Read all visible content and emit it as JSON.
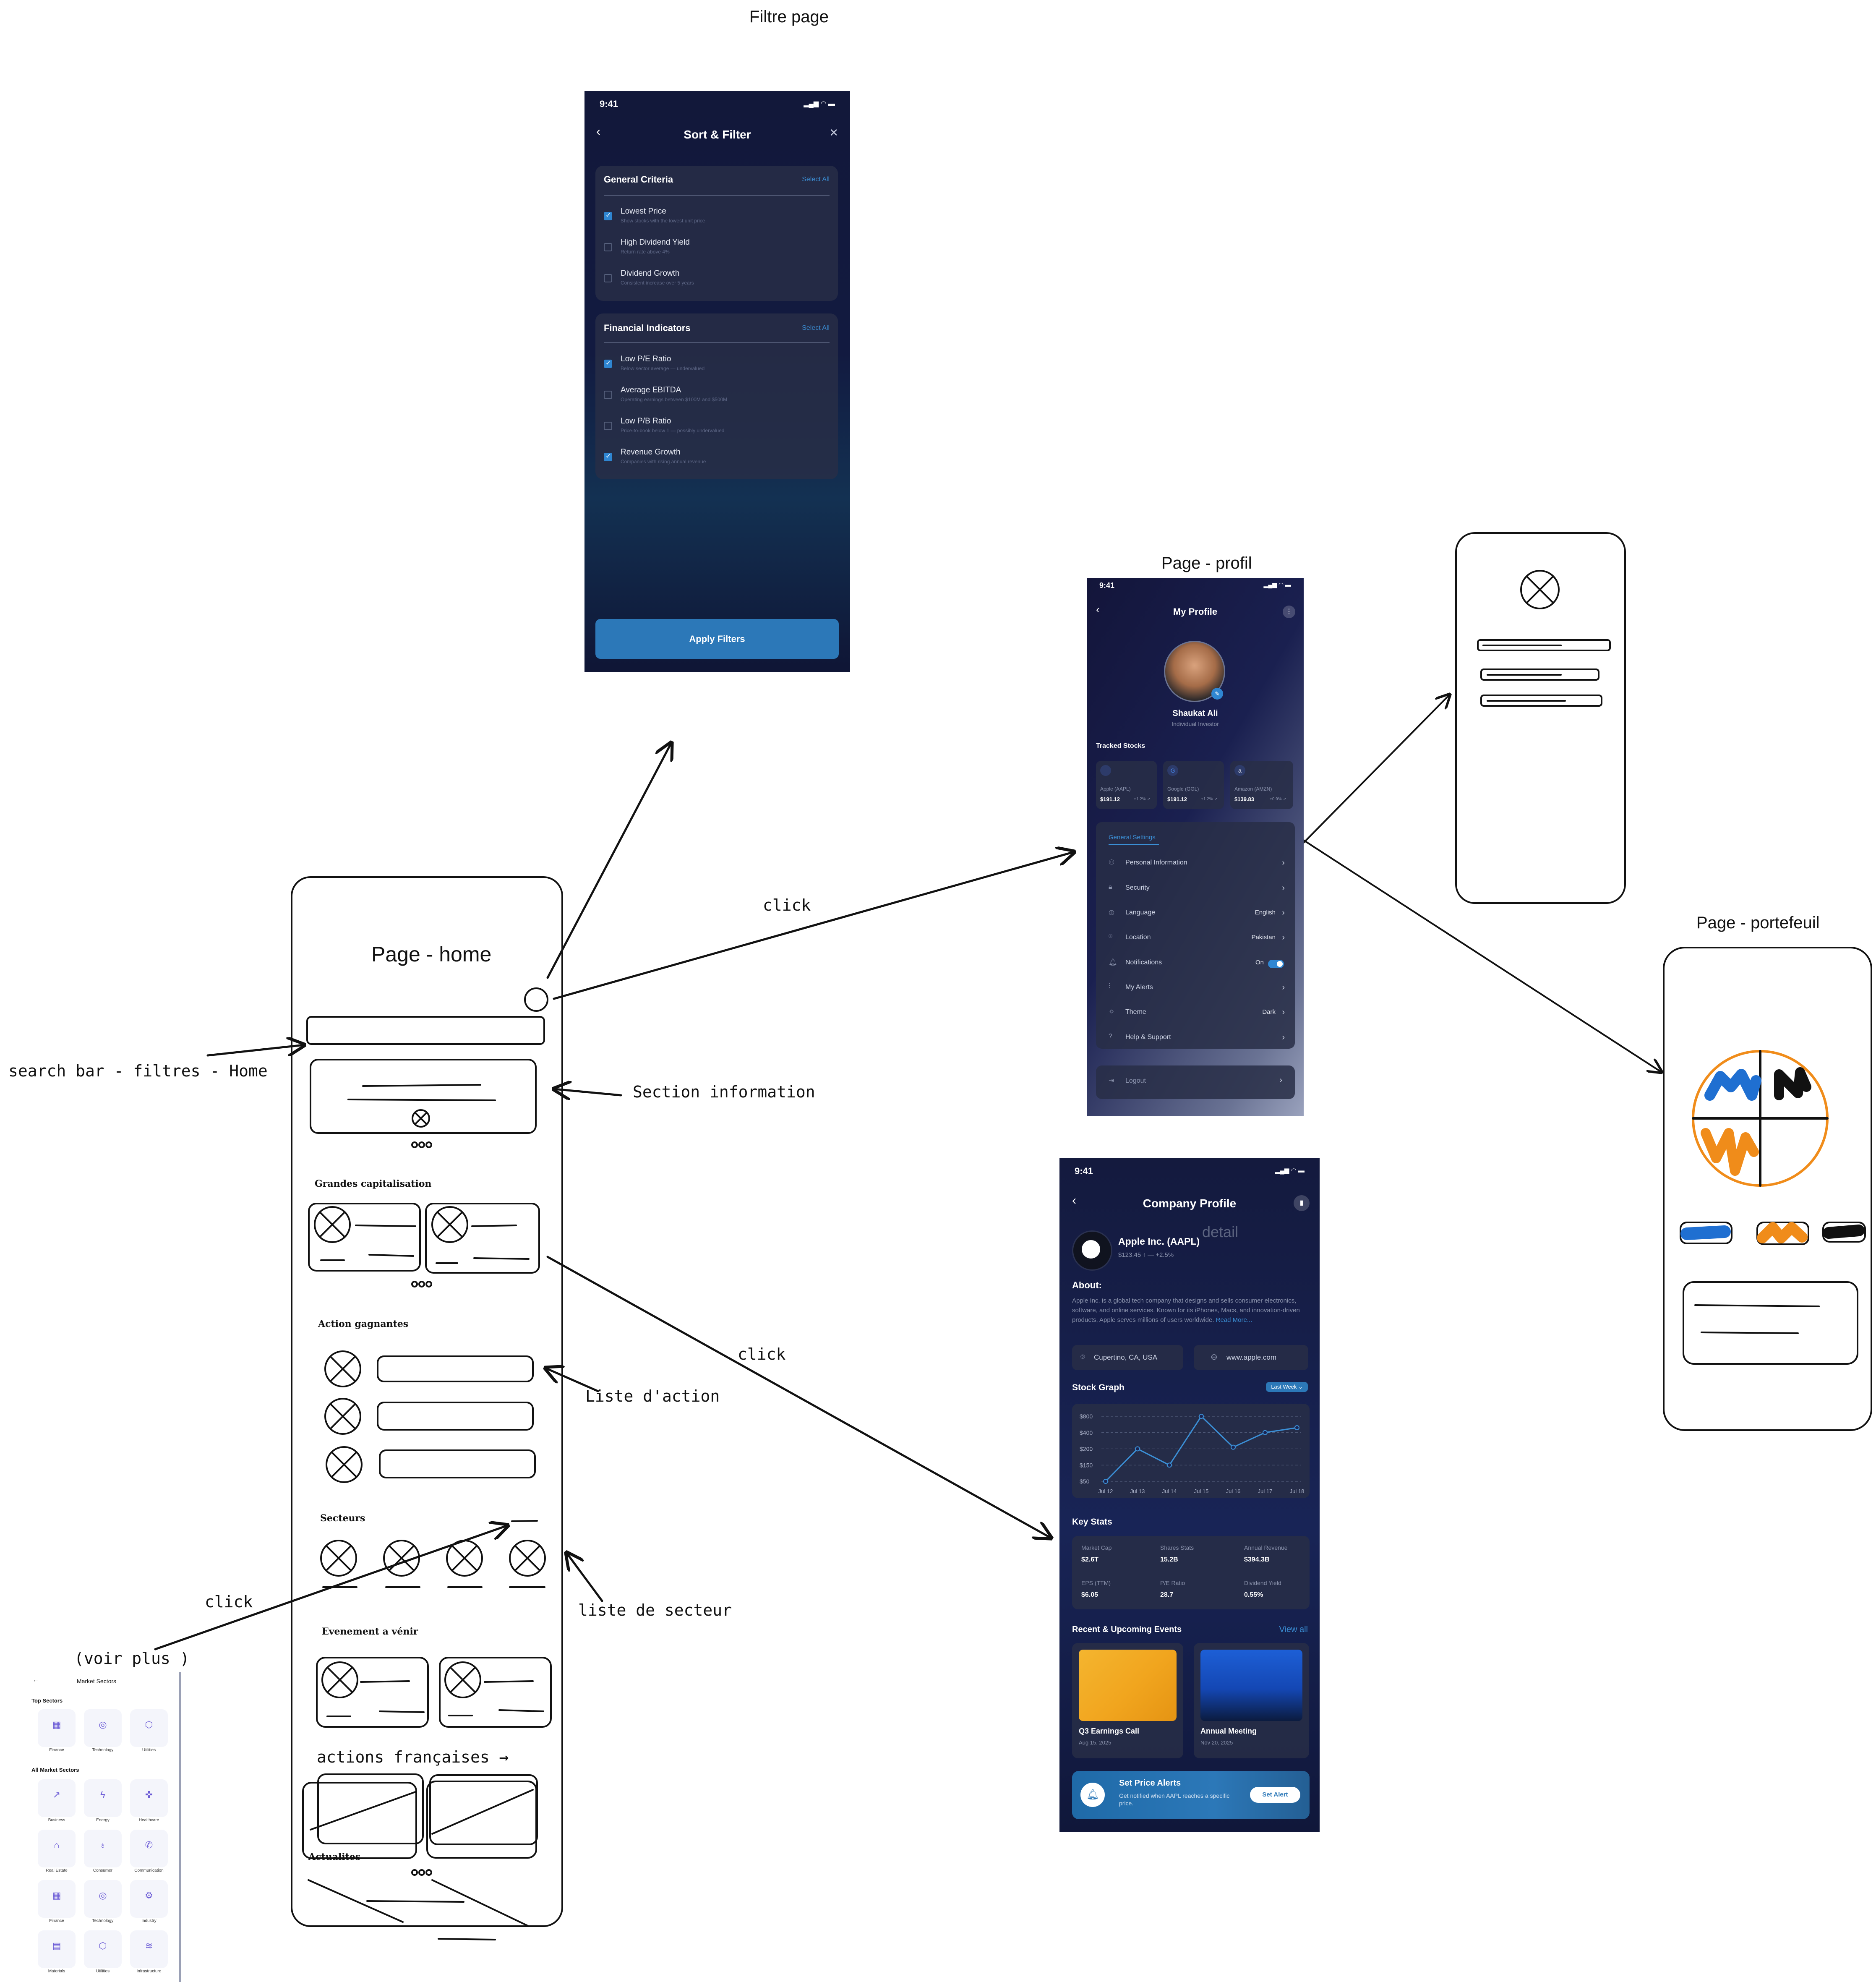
{
  "annotations": {
    "filtre_page": "Filtre page",
    "page_profil": "Page - profil",
    "page_portefeuil": "Page - portefeuil",
    "page_home": "Page - home",
    "search_bar": "search bar - filtres - Home",
    "section_information": "Section information",
    "liste_action": "Liste d'action",
    "liste_secteur": "liste de secteur",
    "voir_plus": "(voir plus )",
    "click_1": "click",
    "click_2": "click",
    "click_3": "click",
    "detail": "detail"
  },
  "wireframe": {
    "grandes_cap": "Grandes capitalisation",
    "action_gagnantes": "Action gagnantes",
    "secteurs": "Secteurs",
    "evenement": "Evenement a vénir",
    "actions_francaises": "actions françaises →",
    "actualites": "Actualites"
  },
  "filter_screen": {
    "time": "9:41",
    "title": "Sort & Filter",
    "general": {
      "heading": "General Criteria",
      "select_all": "Select All",
      "items": [
        {
          "label": "Lowest Price",
          "sub": "Show stocks with the lowest unit price",
          "checked": true
        },
        {
          "label": "High Dividend Yield",
          "sub": "Return rate above 4%",
          "checked": false
        },
        {
          "label": "Dividend Growth",
          "sub": "Consistent increase over 5 years",
          "checked": false
        }
      ]
    },
    "financial": {
      "heading": "Financial Indicators",
      "select_all": "Select All",
      "items": [
        {
          "label": "Low P/E Ratio",
          "sub": "Below sector average — undervalued",
          "checked": true
        },
        {
          "label": "Average EBITDA",
          "sub": "Operating earnings between $100M and $500M",
          "checked": false
        },
        {
          "label": "Low P/B Ratio",
          "sub": "Price-to-book below 1 — possibly undervalued",
          "checked": false
        },
        {
          "label": "Revenue Growth",
          "sub": "Companies with rising annual revenue",
          "checked": true
        }
      ]
    },
    "apply": "Apply Filters"
  },
  "profile_screen": {
    "time": "9:41",
    "title": "My Profile",
    "name": "Shaukat Ali",
    "role": "Individual Investor",
    "tracked_title": "Tracked Stocks",
    "stocks": [
      {
        "icon": "apple-icon",
        "name": "Apple (AAPL)",
        "price": "$191.12",
        "change": "+1.2% ↗"
      },
      {
        "icon": "google-icon",
        "name": "Google (GGL)",
        "price": "$191.12",
        "change": "+1.2% ↗"
      },
      {
        "icon": "amazon-icon",
        "name": "Amazon (AMZN)",
        "price": "$139.83",
        "change": "+0.9% ↗"
      }
    ],
    "settings_title": "General Settings",
    "settings": [
      {
        "label": "Personal Information",
        "value": ""
      },
      {
        "label": "Security",
        "value": ""
      },
      {
        "label": "Language",
        "value": "English"
      },
      {
        "label": "Location",
        "value": "Pakistan"
      },
      {
        "label": "Notifications",
        "value": "On"
      },
      {
        "label": "My Alerts",
        "value": ""
      },
      {
        "label": "Theme",
        "value": "Dark"
      },
      {
        "label": "Help & Support",
        "value": ""
      }
    ],
    "logout": "Logout"
  },
  "company_screen": {
    "time": "9:41",
    "title": "Company Profile",
    "company": "Apple Inc. (AAPL)",
    "price_line": "$123.45 ↑ — +2.5%",
    "about_title": "About:",
    "about": "Apple Inc. is a global tech company that designs and sells consumer electronics, software, and online services. Known for its iPhones, Macs, and innovation-driven products, Apple serves millions of users worldwide.",
    "read_more": "Read More...",
    "location": "Cupertino, CA, USA",
    "website": "www.apple.com",
    "graph_title": "Stock Graph",
    "range": "Last Week ⌄",
    "key_stats_title": "Key Stats",
    "stats": [
      {
        "label": "Market Cap",
        "value": "$2.6T"
      },
      {
        "label": "Shares Stats",
        "value": "15.2B"
      },
      {
        "label": "Annual Revenue",
        "value": "$394.3B"
      },
      {
        "label": "EPS (TTM)",
        "value": "$6.05"
      },
      {
        "label": "P/E Ratio",
        "value": "28.7"
      },
      {
        "label": "Dividend Yield",
        "value": "0.55%"
      }
    ],
    "events_title": "Recent & Upcoming Events",
    "view_all": "View all",
    "events": [
      {
        "title": "Q3 Earnings Call",
        "date": "Aug 15, 2025"
      },
      {
        "title": "Annual  Meeting",
        "date": "Nov 20, 2025"
      }
    ],
    "alert_title": "Set Price Alerts",
    "alert_text": "Get notified when AAPL reaches a specific price.",
    "alert_button": "Set Alert"
  },
  "chart_data": {
    "type": "line",
    "x": [
      "Jul 12",
      "Jul 13",
      "Jul 14",
      "Jul 15",
      "Jul 16",
      "Jul 17",
      "Jul 18"
    ],
    "y_ticks": [
      "$800",
      "$400",
      "$200",
      "$150",
      "$50"
    ],
    "series": [
      {
        "values": [
          50,
          200,
          150,
          800,
          220,
          400,
          520
        ]
      }
    ],
    "color": "#3b8fd6"
  },
  "sectors_screen": {
    "title": "Market Sectors",
    "top_title": "Top Sectors",
    "top": [
      "Finance",
      "Technology",
      "Utilities"
    ],
    "all_title": "All Market Sectors",
    "all": [
      "Business",
      "Energy",
      "Healthcare",
      "Real Estate",
      "Consumer",
      "Communication",
      "Finance",
      "Technology",
      "Industry",
      "Materials",
      "Utilities",
      "Infrastructure"
    ]
  }
}
